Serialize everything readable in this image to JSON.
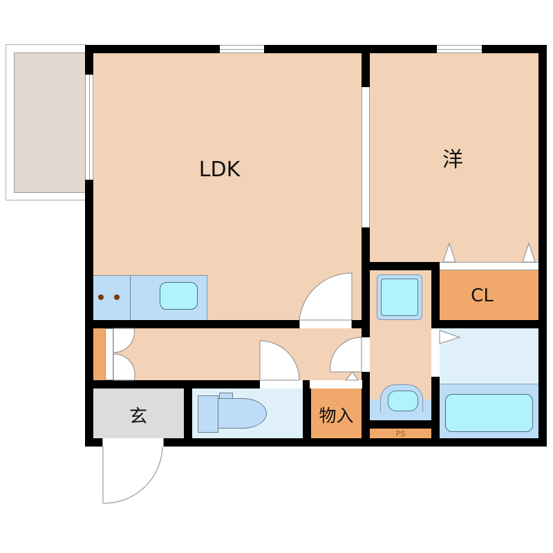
{
  "floorplan": {
    "rooms": {
      "ldk": {
        "label": "LDK"
      },
      "western": {
        "label": "洋"
      },
      "closet": {
        "label": "CL"
      },
      "entrance": {
        "label": "玄"
      },
      "storage": {
        "label": "物入"
      },
      "pipe_space": {
        "label": "PS"
      }
    },
    "colors": {
      "wall": "#000000",
      "room_floor": "#f2d3b8",
      "storage": "#f1a96b",
      "wet_area": "#dff0fb",
      "fixture_blue": "#bcdcf8",
      "fixture_cyan": "#b0f3fc",
      "entrance_floor": "#dcdcdc",
      "balcony": "#e2d8d0",
      "stove_burner": "#7a3b10"
    }
  }
}
